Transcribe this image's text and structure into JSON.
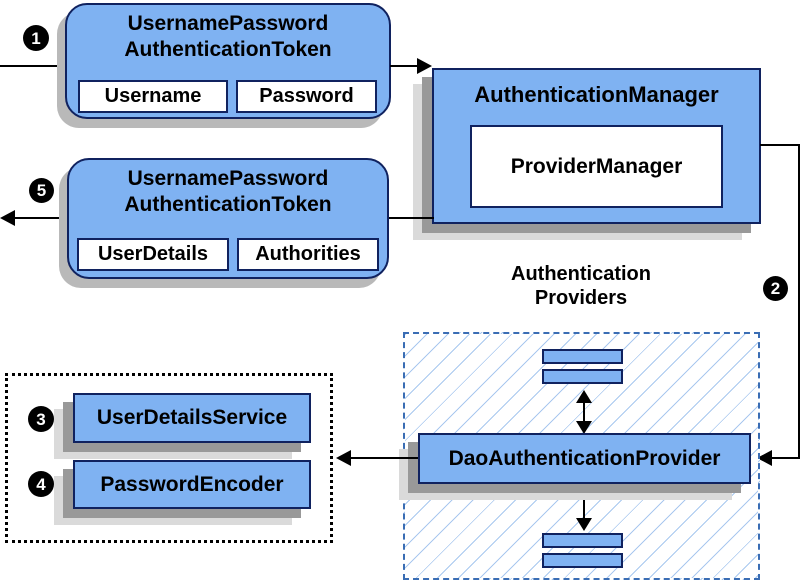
{
  "steps": {
    "one": "1",
    "two": "2",
    "three": "3",
    "four": "4",
    "five": "5"
  },
  "request_token": {
    "title_line1": "UsernamePassword",
    "title_line2": "AuthenticationToken",
    "fields": [
      {
        "label": "Username"
      },
      {
        "label": "Password"
      }
    ]
  },
  "result_token": {
    "title_line1": "UsernamePassword",
    "title_line2": "AuthenticationToken",
    "fields": [
      {
        "label": "UserDetails"
      },
      {
        "label": "Authorities"
      }
    ]
  },
  "authentication_manager": {
    "title": "AuthenticationManager",
    "inner": "ProviderManager"
  },
  "providers_label": {
    "line1": "Authentication",
    "line2": "Providers"
  },
  "dao_provider": {
    "label": "DaoAuthenticationProvider"
  },
  "collaborators": {
    "user_details_service": "UserDetailsService",
    "password_encoder": "PasswordEncoder"
  },
  "colors": {
    "box_fill": "#7fb2f2",
    "box_border": "#10225f",
    "hatch_line": "#a9c8ef",
    "providers_dashed_border": "#3a6db4",
    "shadow_dark": "#999999",
    "shadow_light": "#dadada",
    "connector": "#000000"
  }
}
